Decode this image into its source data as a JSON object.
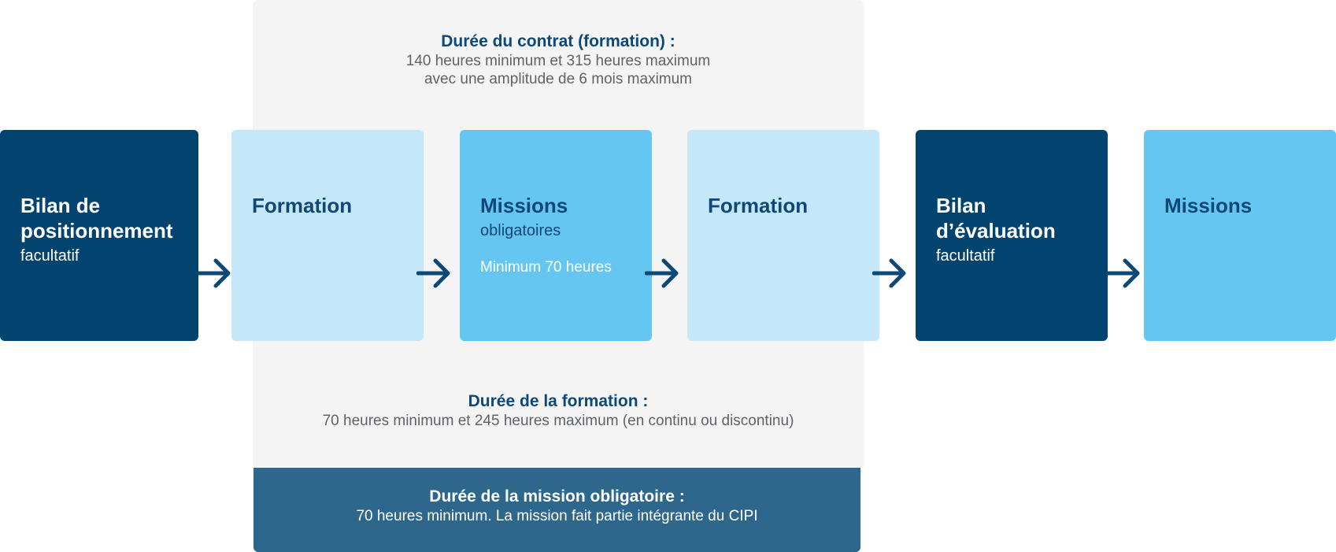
{
  "contract_info": {
    "title": "Durée du contrat (formation) :",
    "line1": "140 heures minimum et 315 heures maximum",
    "line2": "avec une amplitude de 6 mois maximum"
  },
  "training_info": {
    "title": "Durée de la formation :",
    "line1": "70 heures minimum et 245 heures maximum (en continu ou discontinu)"
  },
  "mission_info": {
    "title": "Durée de la mission obligatoire :",
    "line1": "70 heures minimum. La mission fait partie intégrante du CIPI"
  },
  "steps": [
    {
      "title_line1": "Bilan de",
      "title_line2": "positionnement",
      "subtitle": "facultatif"
    },
    {
      "title": "Formation"
    },
    {
      "title": "Missions",
      "subtitle": "obligatoires",
      "note": "Minimum 70 heures"
    },
    {
      "title": "Formation"
    },
    {
      "title_line1": "Bilan",
      "title_line2": "d’évaluation",
      "subtitle": "facultatif"
    },
    {
      "title": "Missions"
    }
  ],
  "colors": {
    "dark_box": "#02446f",
    "light_box": "#c4e7f9",
    "mid_box": "#66c6f2",
    "panel": "#f4f4f4",
    "bottom_bar": "#2e678c",
    "arrow": "#0d4877"
  },
  "arrow_icon": "arrow-right-icon"
}
